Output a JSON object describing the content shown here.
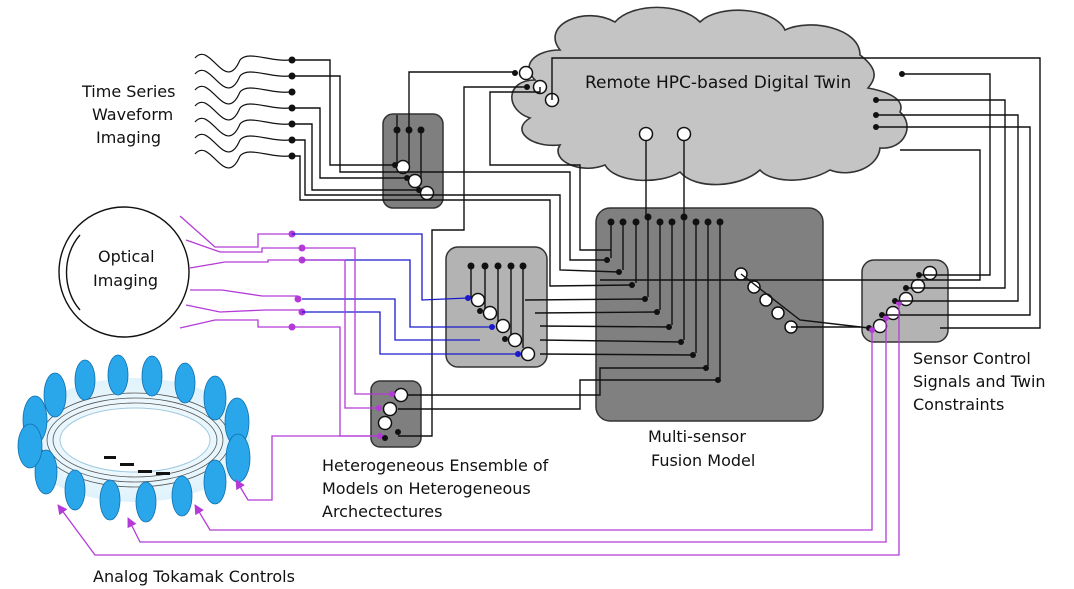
{
  "colors": {
    "wire_black": "#111111",
    "wire_blue": "#1a1acc",
    "wire_purple": "#b43ad8",
    "cloud_fill": "#c4c4c4",
    "fusion_box": "#808080",
    "ensemble_box_light": "#b3b3b3",
    "ensemble_box_dark": "#7f7f7f",
    "tokamak_blue": "#2aa7ea"
  },
  "labels": {
    "time_series": [
      "Time Series",
      "Waveform",
      "Imaging"
    ],
    "optical": [
      "Optical",
      "Imaging"
    ],
    "digital_twin": "Remote HPC-based Digital Twin",
    "fusion_model": [
      "Multi-sensor",
      "Fusion Model"
    ],
    "ensemble": [
      "Heterogeneous Ensemble of",
      "Models on Heterogeneous",
      "Archectectures"
    ],
    "sensor_control": [
      "Sensor Control",
      "Signals and Twin",
      "Constraints"
    ],
    "tokamak_controls": "Analog Tokamak Controls"
  },
  "icons": [
    "waveform-icon",
    "optical-lens-icon",
    "tokamak-icon",
    "cloud-icon"
  ]
}
